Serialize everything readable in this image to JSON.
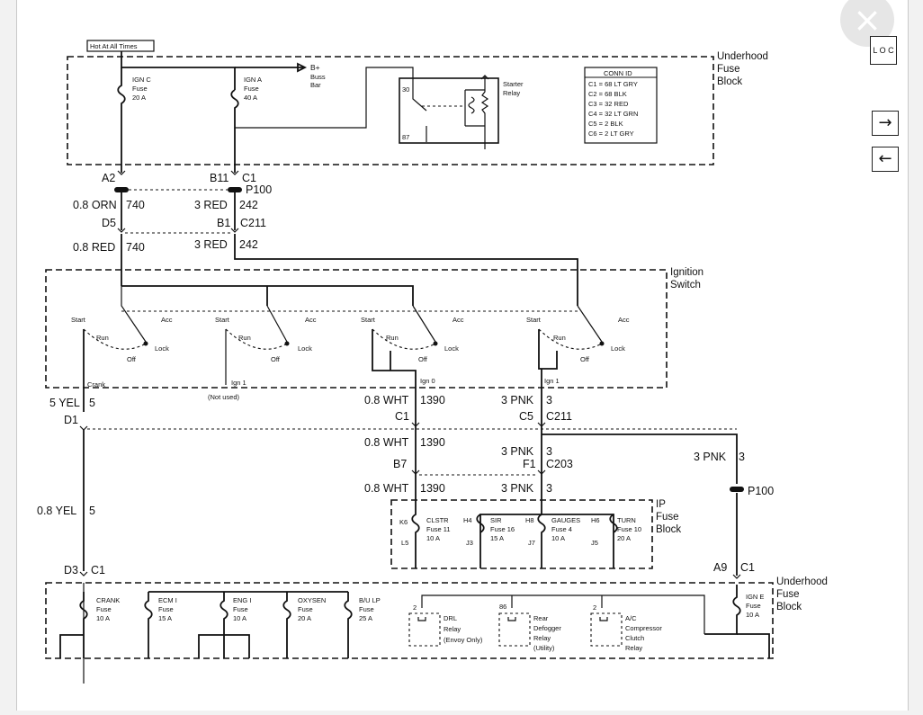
{
  "labels": {
    "hot_at_all_times": "Hot At All Times",
    "underhood_fuse_block_1": "Underhood",
    "underhood_fuse_block_2": "Fuse",
    "underhood_fuse_block_3": "Block",
    "ign_c_1": "IGN C",
    "ign_c_2": "Fuse",
    "ign_c_3": "20 A",
    "ign_a_1": "IGN A",
    "ign_a_2": "Fuse",
    "ign_a_3": "40 A",
    "bplus_1": "B+",
    "bplus_2": "Buss",
    "bplus_3": "Bar",
    "relay_30": "30",
    "relay_87": "87",
    "starter_relay_1": "Starter",
    "starter_relay_2": "Relay",
    "conn_id": "CONN ID",
    "conn_c1": "C1 = 68 LT GRY",
    "conn_c2": "C2 = 68 BLK",
    "conn_c3": "C3 = 32 RED",
    "conn_c4": "C4 = 32 LT GRN",
    "conn_c5": "C5 = 2 BLK",
    "conn_c6": "C6 = 2 LT GRY",
    "a2": "A2",
    "b11": "B11",
    "c1_top": "C1",
    "p100_top": "P100",
    "orn_wire": "0.8 ORN",
    "orn_num": "740",
    "red242_a": "3 RED",
    "red242_a_num": "242",
    "d5": "D5",
    "b1": "B1",
    "c211_top": "C211",
    "red740": "0.8 RED",
    "red740_num": "740",
    "red242_b": "3 RED",
    "red242_b_num": "242",
    "ign_switch_1": "Ignition",
    "ign_switch_2": "Switch",
    "start": "Start",
    "run": "Run",
    "acc": "Acc",
    "lock": "Lock",
    "off": "Off",
    "crank": "Crank",
    "ign1_a": "Ign 1",
    "not_used": "(Not used)",
    "ign0": "Ign 0",
    "ign1_b": "Ign 1",
    "yel5": "5 YEL",
    "yel5_num": "5",
    "d1": "D1",
    "wht1390_a": "0.8 WHT",
    "wht1390_a_num": "1390",
    "c1_mid": "C1",
    "pnk3_a": "3 PNK",
    "pnk3_a_num": "3",
    "c5": "C5",
    "c211_mid": "C211",
    "wht1390_b": "0.8 WHT",
    "wht1390_b_num": "1390",
    "pnk3_b": "3 PNK",
    "pnk3_b_num": "3",
    "f1": "F1",
    "c203": "C203",
    "b7": "B7",
    "pnk3_c": "3 PNK",
    "pnk3_c_num": "3",
    "p100_right": "P100",
    "wht1390_c": "0.8 WHT",
    "wht1390_c_num": "1390",
    "pnk3_d": "3 PNK",
    "pnk3_d_num": "3",
    "yel5_long": "0.8 YEL",
    "yel5_long_num": "5",
    "ip_fuse_1": "IP",
    "ip_fuse_2": "Fuse",
    "ip_fuse_3": "Block",
    "k6": "K6",
    "l5": "L5",
    "clstr_1": "CLSTR",
    "clstr_2": "Fuse 11",
    "clstr_3": "10 A",
    "h4": "H4",
    "j3": "J3",
    "sir_1": "SIR",
    "sir_2": "Fuse 16",
    "sir_3": "15 A",
    "h8": "H8",
    "j7": "J7",
    "gauges_1": "GAUGES",
    "gauges_2": "Fuse 4",
    "gauges_3": "10 A",
    "h6": "H6",
    "j5": "J5",
    "turn_1": "TURN",
    "turn_2": "Fuse 10",
    "turn_3": "20 A",
    "d3": "D3",
    "c1_bot_left": "C1",
    "a9": "A9",
    "c1_bot_right": "C1",
    "crank_f_1": "CRANK",
    "crank_f_2": "Fuse",
    "crank_f_3": "10 A",
    "ecm_1": "ECM I",
    "ecm_2": "Fuse",
    "ecm_3": "15 A",
    "eng_1": "ENG I",
    "eng_2": "Fuse",
    "eng_3": "10 A",
    "oxy_1": "OXYSEN",
    "oxy_2": "Fuse",
    "oxy_3": "20 A",
    "bu_1": "B/U LP",
    "bu_2": "Fuse",
    "bu_3": "25 A",
    "drl_pin": "2",
    "drl_1": "DRL",
    "drl_2": "Relay",
    "drl_3": "(Envoy Only)",
    "rear_pin": "86",
    "rear_1": "Rear",
    "rear_2": "Defogger",
    "rear_3": "Relay",
    "rear_4": "(Utility)",
    "ac_pin": "2",
    "ac_1": "A/C",
    "ac_2": "Compressor",
    "ac_3": "Clutch",
    "ac_4": "Relay",
    "ign_e_1": "IGN E",
    "ign_e_2": "Fuse",
    "ign_e_3": "10 A",
    "ub2_1": "Underhood",
    "ub2_2": "Fuse",
    "ub2_3": "Block"
  },
  "controls": {
    "close_icon": "×",
    "loc_label": "L O C",
    "next_icon": "→",
    "prev_icon": "←"
  },
  "colors": {
    "close_button_bg": "#e6e6e6",
    "ink": "#111111"
  }
}
